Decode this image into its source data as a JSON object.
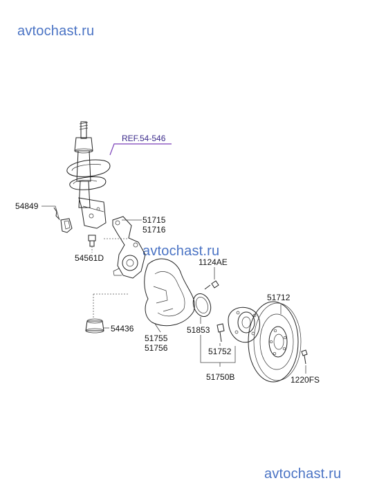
{
  "watermarks": {
    "top": "avtochast.ru",
    "middle": "avtochast.ru",
    "bottom": "avtochast.ru"
  },
  "reference": "REF.54-546",
  "parts": {
    "p54849": "54849",
    "p51715": "51715",
    "p51716": "51716",
    "p54561D": "54561D",
    "p1124AE": "1124AE",
    "p51712": "51712",
    "p54436": "54436",
    "p51755": "51755",
    "p51756": "51756",
    "p51853": "51853",
    "p51752": "51752",
    "p51750B": "51750B",
    "p1220FS": "1220FS"
  },
  "colors": {
    "watermark": "#4a73c4",
    "reference": "#3a2a8a",
    "reference_line": "#7a3fb8",
    "line": "#222222"
  }
}
